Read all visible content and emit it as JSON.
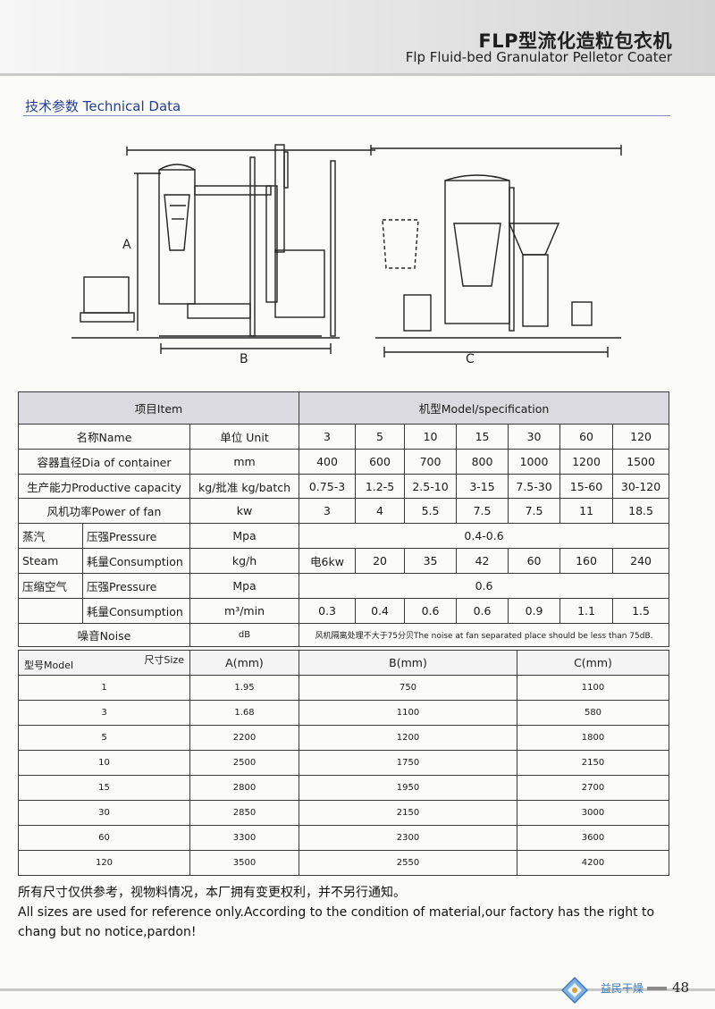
{
  "header": {
    "title_cn": "FLP型流化造粒包衣机",
    "title_en": "Flp Fluid-bed Granulator Pelletor Coater"
  },
  "section_title": "技术参数  Technical Data",
  "drawing": {
    "label_a": "A",
    "label_b": "B",
    "label_c": "C"
  },
  "spec": {
    "item_header": "项目Item",
    "model_header": "机型Model/specification",
    "name_label": "名称Name",
    "unit_label": "单位 Unit",
    "models": [
      "3",
      "5",
      "10",
      "15",
      "30",
      "60",
      "120"
    ],
    "rows": {
      "dia": {
        "label": "容器直径Dia of container",
        "unit": "mm",
        "values": [
          "400",
          "600",
          "700",
          "800",
          "1000",
          "1200",
          "1500"
        ]
      },
      "capacity": {
        "label": "生产能力Productive capacity",
        "unit": "kg/批准 kg/batch",
        "values": [
          "0.75-3",
          "1.2-5",
          "2.5-10",
          "3-15",
          "7.5-30",
          "15-60",
          "30-120"
        ]
      },
      "fan": {
        "label": "风机功率Power of fan",
        "unit": "kw",
        "values": [
          "3",
          "4",
          "5.5",
          "7.5",
          "7.5",
          "11",
          "18.5"
        ]
      }
    },
    "steam": {
      "cn": "蒸汽",
      "en": "Steam",
      "pressure_label": "压强Pressure",
      "pressure_unit": "Mpa",
      "pressure_value": "0.4-0.6",
      "consumption_label": "耗量Consumption",
      "consumption_unit": "kg/h",
      "consumption_values": [
        "电6kw",
        "20",
        "35",
        "42",
        "60",
        "160",
        "240"
      ]
    },
    "air": {
      "cn": "压缩空气",
      "pressure_label": "压强Pressure",
      "pressure_unit": "Mpa",
      "pressure_value": "0.6",
      "consumption_label": "耗量Consumption",
      "consumption_unit": "m³/min",
      "consumption_values": [
        "0.3",
        "0.4",
        "0.6",
        "0.6",
        "0.9",
        "1.1",
        "1.5"
      ]
    },
    "noise": {
      "label": "噪音Noise",
      "unit": "dB",
      "value": "风机隔离处理不大于75分贝The noise at fan separated place should be less than 75dB."
    }
  },
  "size": {
    "model_label": "型号Model",
    "size_label": "尺寸Size",
    "col_a": "A(mm)",
    "col_b": "B(mm)",
    "col_c": "C(mm)",
    "rows": [
      {
        "model": "1",
        "a": "1.95",
        "b": "750",
        "c": "1100"
      },
      {
        "model": "3",
        "a": "1.68",
        "b": "1100",
        "c": "580"
      },
      {
        "model": "5",
        "a": "2200",
        "b": "1200",
        "c": "1800"
      },
      {
        "model": "10",
        "a": "2500",
        "b": "1750",
        "c": "2150"
      },
      {
        "model": "15",
        "a": "2800",
        "b": "1950",
        "c": "2700"
      },
      {
        "model": "30",
        "a": "2850",
        "b": "2150",
        "c": "3000"
      },
      {
        "model": "60",
        "a": "3300",
        "b": "2300",
        "c": "3600"
      },
      {
        "model": "120",
        "a": "3500",
        "b": "2550",
        "c": "4200"
      }
    ]
  },
  "notes": {
    "cn": "所有尺寸仅供参考，视物料情况，本厂拥有变更权利，并不另行通知。",
    "en": "All sizes are used for reference only.According to the condition  of material,our factory has the right to chang but no notice,pardon!"
  },
  "footer": {
    "brand": "益民干燥",
    "page": "48"
  },
  "colors": {
    "section_blue": "#243f8f",
    "table_shade": "#dadae0",
    "brand_blue": "#3b79b9"
  }
}
